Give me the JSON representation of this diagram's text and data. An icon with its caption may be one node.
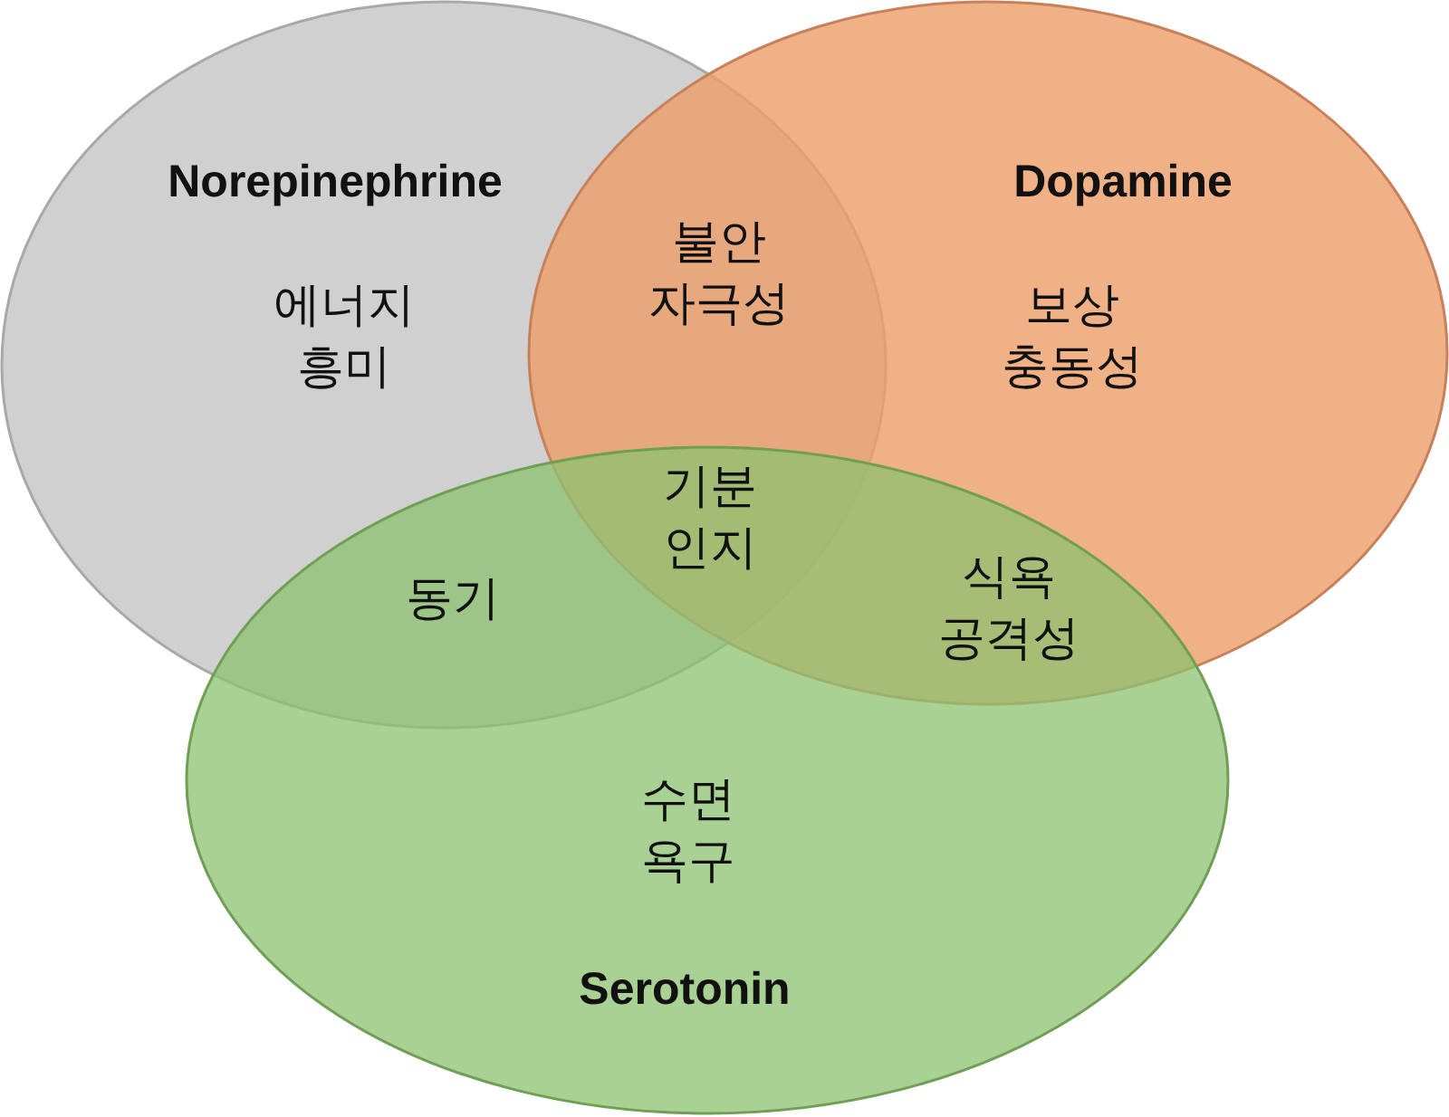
{
  "diagram": {
    "nodes": [
      {
        "text": [
          "Norepinephrine",
          "에너지 흥미"
        ]
      },
      {
        "text": [
          "Dopamine",
          "보상 충동성"
        ]
      },
      {
        "text": [
          "수면 욕구",
          "Serotonin"
        ]
      }
    ],
    "labels": [
      "불안 자극성",
      "기분 인지",
      "동기",
      "식욕 공격성"
    ]
  }
}
